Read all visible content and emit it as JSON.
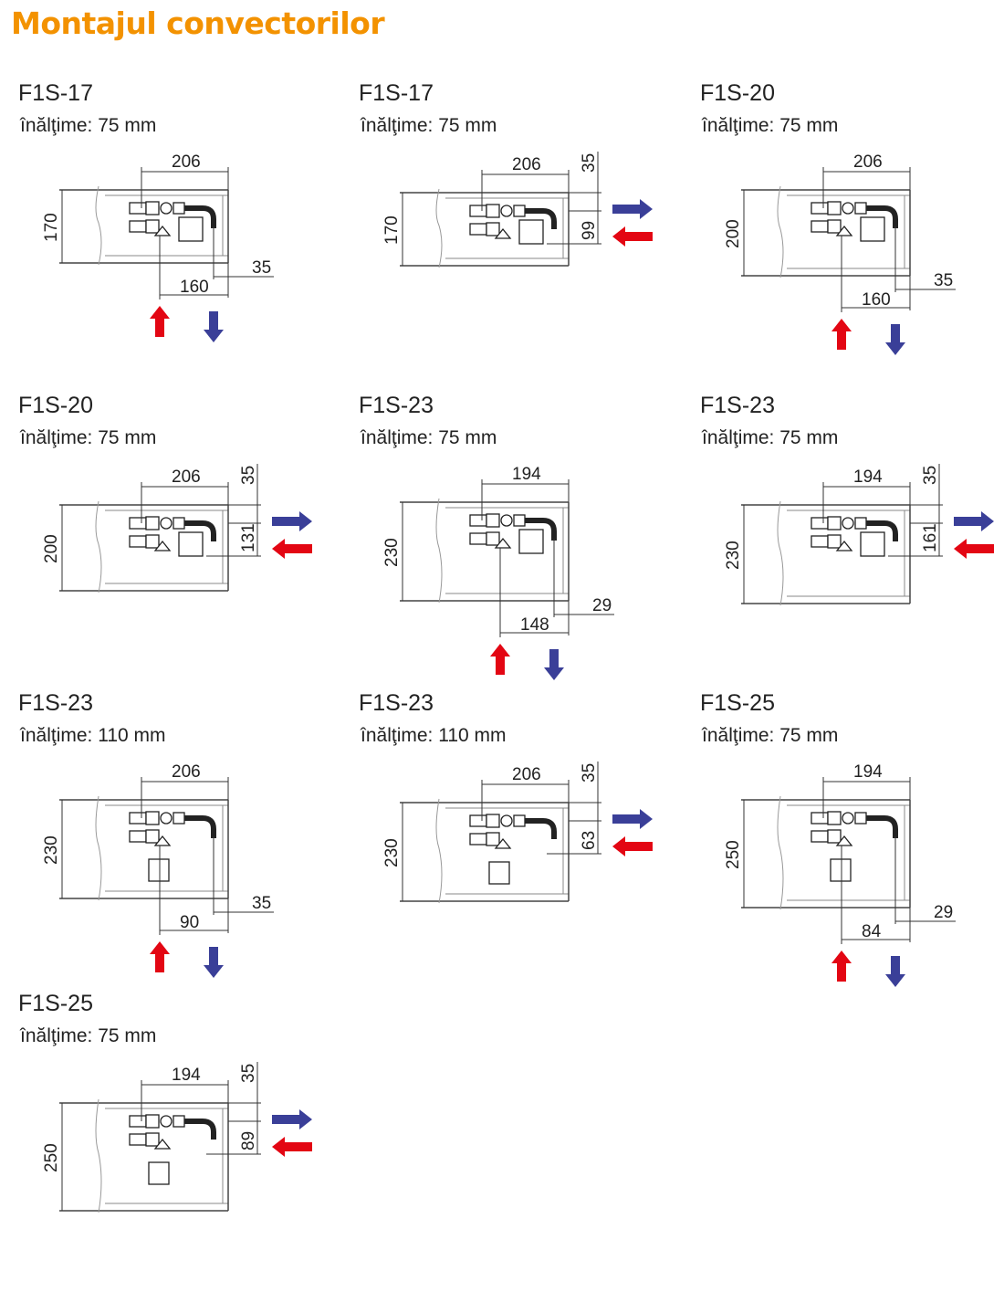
{
  "title": "Montajul convectorilor",
  "colors": {
    "title": "#f39200",
    "supply": "#e30613",
    "return": "#3a3f98"
  },
  "panels": [
    {
      "model": "F1S-17",
      "height": "înălţime: 75 mm",
      "type": "bottom",
      "box": "170",
      "top": "206",
      "main": "160",
      "offset": "35",
      "fitting": "standard"
    },
    {
      "model": "F1S-17",
      "height": "înălţime: 75 mm",
      "type": "side",
      "box": "170",
      "top": "206",
      "main": "99",
      "offset": "35",
      "fitting": "standard"
    },
    {
      "model": "F1S-20",
      "height": "înălţime: 75 mm",
      "type": "bottom",
      "box": "200",
      "top": "206",
      "main": "160",
      "offset": "35",
      "fitting": "standard"
    },
    {
      "model": "F1S-20",
      "height": "înălţime: 75 mm",
      "type": "side",
      "box": "200",
      "top": "206",
      "main": "131",
      "offset": "35",
      "fitting": "standard"
    },
    {
      "model": "F1S-23",
      "height": "înălţime: 75 mm",
      "type": "bottom",
      "box": "230",
      "top": "194",
      "main": "148",
      "offset": "29",
      "fitting": "standard"
    },
    {
      "model": "F1S-23",
      "height": "înălţime: 75 mm",
      "type": "side",
      "box": "230",
      "top": "194",
      "main": "161",
      "offset": "35",
      "fitting": "standard"
    },
    {
      "model": "F1S-23",
      "height": "înălţime: 110 mm",
      "type": "bottom",
      "box": "230",
      "top": "206",
      "main": "90",
      "offset": "35",
      "fitting": "tall"
    },
    {
      "model": "F1S-23",
      "height": "înălţime: 110 mm",
      "type": "side",
      "box": "230",
      "top": "206",
      "main": "63",
      "offset": "35",
      "fitting": "tall"
    },
    {
      "model": "F1S-25",
      "height": "înălţime: 75 mm",
      "type": "bottom",
      "box": "250",
      "top": "194",
      "main": "84",
      "offset": "29",
      "fitting": "tall"
    },
    {
      "model": "F1S-25",
      "height": "înălţime: 75 mm",
      "type": "side",
      "box": "250",
      "top": "194",
      "main": "89",
      "offset": "35",
      "fitting": "tall"
    }
  ]
}
